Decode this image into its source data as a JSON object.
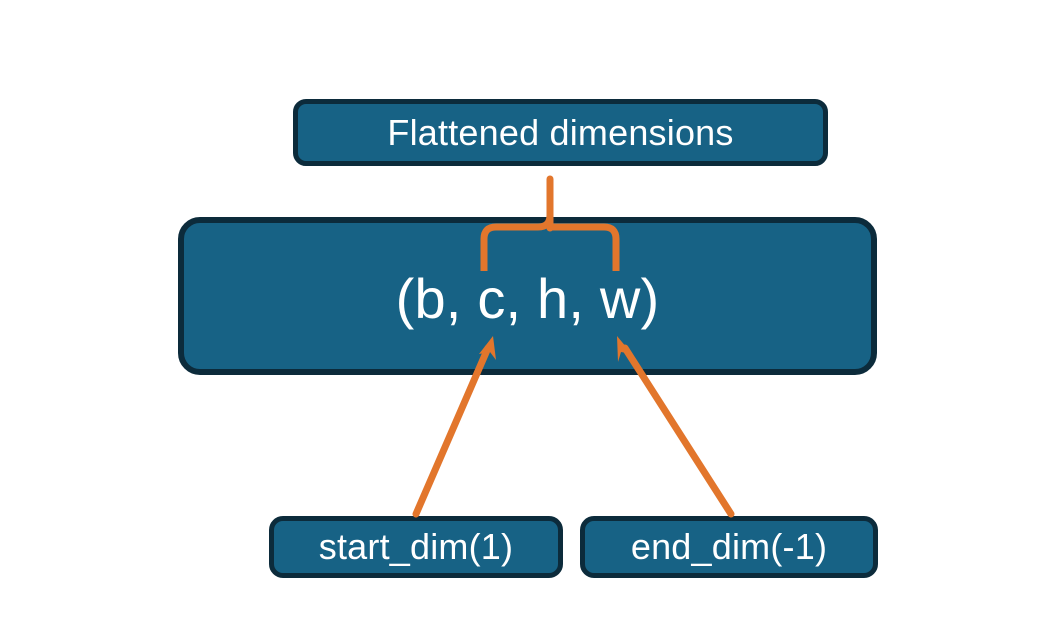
{
  "diagram": {
    "title_node": {
      "label": "Flattened dimensions"
    },
    "shape_node": {
      "label": "(b, c, h, w)"
    },
    "param_nodes": [
      {
        "label": "start_dim(1)"
      },
      {
        "label": "end_dim(-1)"
      }
    ],
    "connectors": {
      "brace": {
        "name": "flattened-range-brace",
        "spans": "c, h, w"
      },
      "arrows": [
        {
          "name": "start-dim-arrow",
          "points_to": "c"
        },
        {
          "name": "end-dim-arrow",
          "points_to": "w"
        }
      ]
    },
    "colors": {
      "node_fill": "#176285",
      "node_border": "#0c2b3b",
      "node_text": "#ffffff",
      "accent_orange": "#e2762c",
      "background": "#ffffff"
    }
  }
}
